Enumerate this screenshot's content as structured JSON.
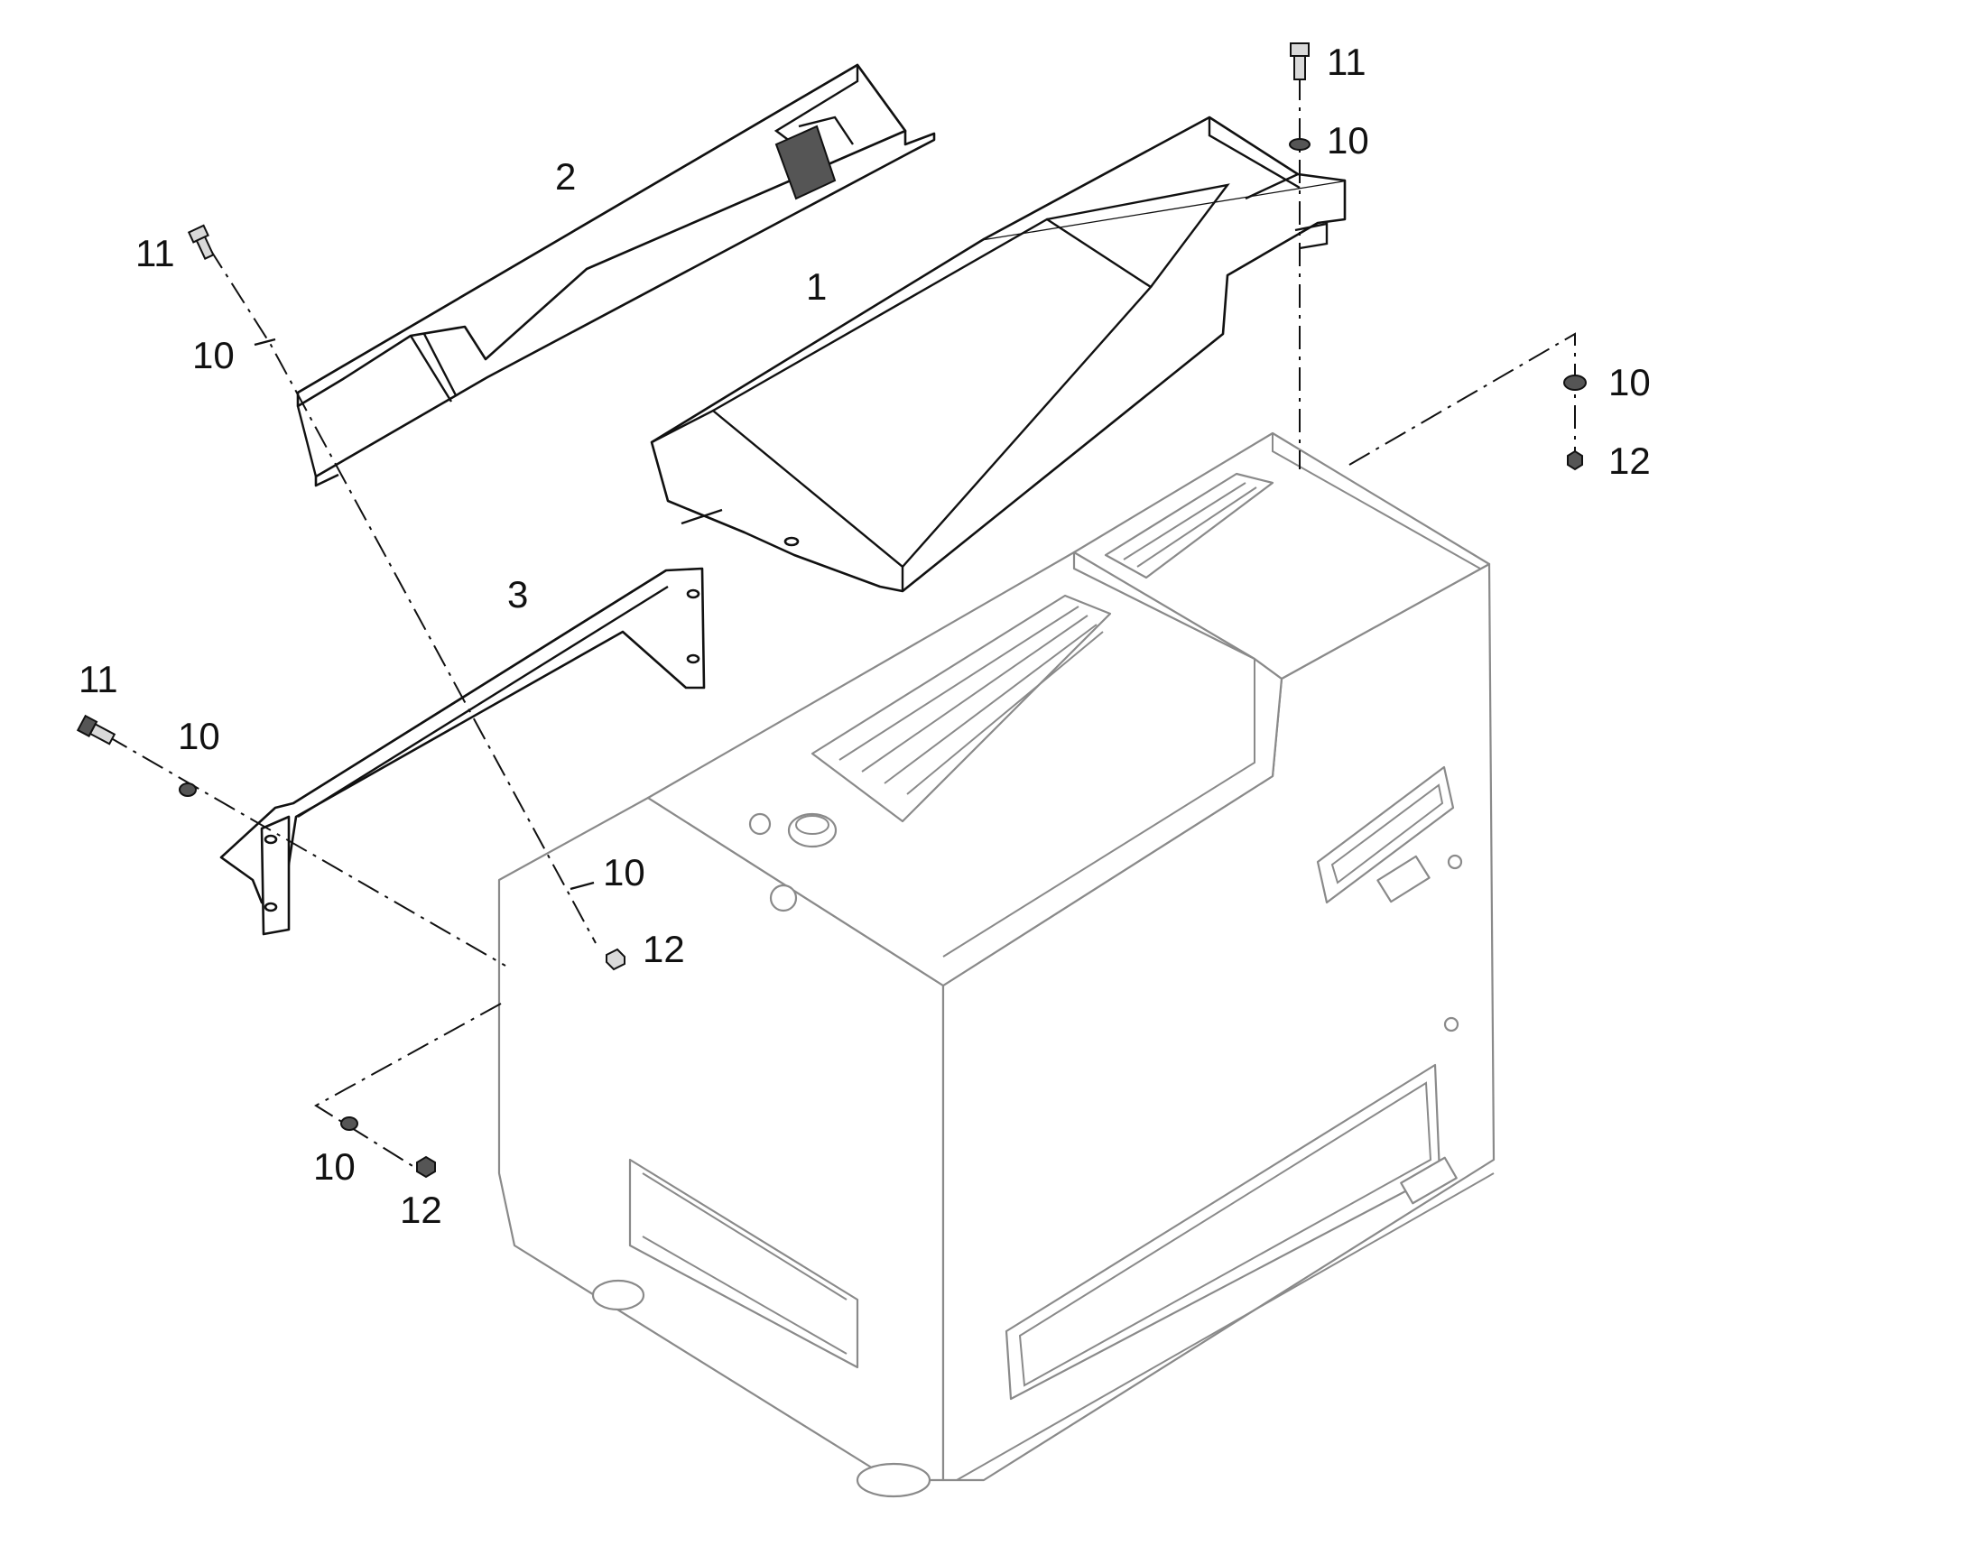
{
  "callouts": {
    "c1": "1",
    "c2": "2",
    "c3": "3",
    "c11_top": "11",
    "c10_top": "10",
    "c11_left": "11",
    "c10_left": "10",
    "c10_right": "10",
    "c12_right": "12",
    "c11_bracket": "11",
    "c10_bracket": "10",
    "c10_center": "10",
    "c12_center": "12",
    "c10_bottom": "10",
    "c12_bottom": "12"
  },
  "colors": {
    "line": "#111111",
    "tank_outline": "#8a8a8a",
    "background": "#ffffff"
  },
  "icons": {
    "bolt": "bolt-icon",
    "washer": "washer-icon",
    "nut": "nut-icon"
  }
}
